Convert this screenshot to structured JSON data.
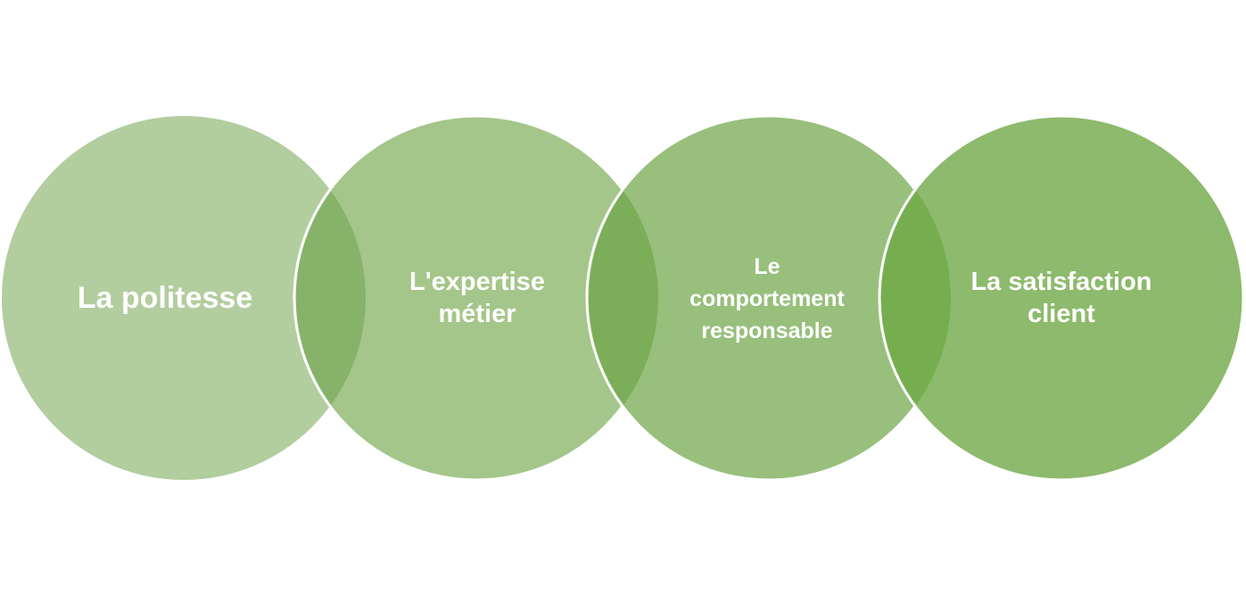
{
  "diagram": {
    "circles": [
      {
        "label": "La politesse",
        "color": "#b2cd9e"
      },
      {
        "label": "L'expertise\nmétier",
        "color": "#a4c68a"
      },
      {
        "label": "Le\ncomportement\nresponsable",
        "color": "#98bf7c"
      },
      {
        "label": "La satisfaction\nclient",
        "color": "#8dba6c"
      }
    ],
    "overlap_color": "#80ad62",
    "outline_color": "#ffffff"
  }
}
